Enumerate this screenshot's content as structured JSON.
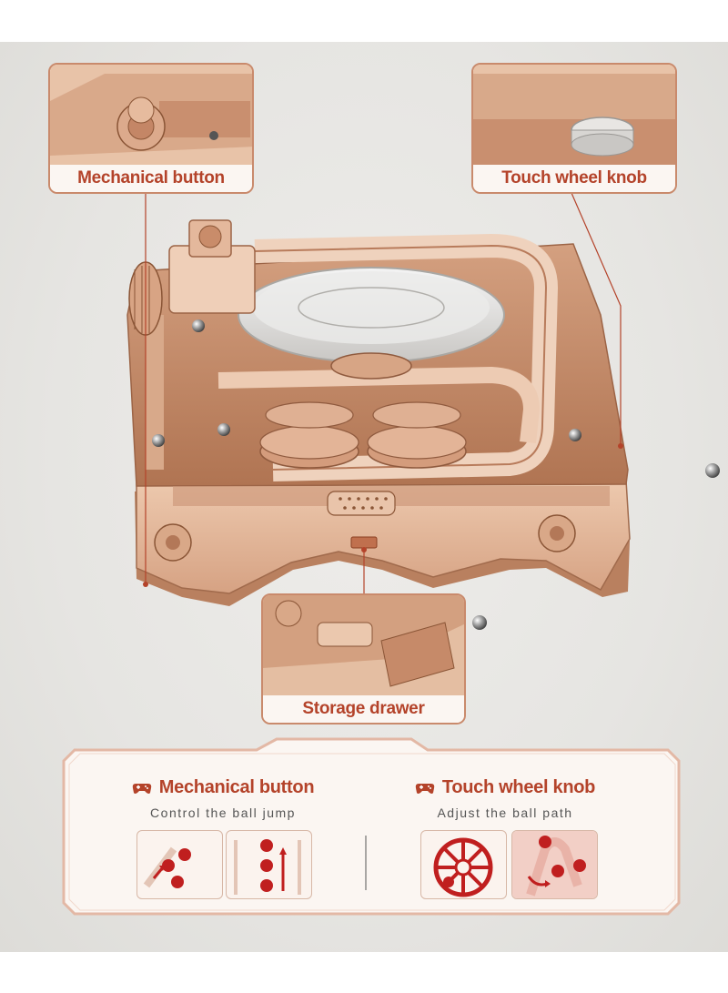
{
  "callouts": {
    "mechanical_button": "Mechanical button",
    "touch_wheel_knob": "Touch wheel knob",
    "storage_drawer": "Storage drawer"
  },
  "features": [
    {
      "title": "Mechanical button",
      "subtitle": "Control the ball jump",
      "icon": "gamepad-icon"
    },
    {
      "title": "Touch wheel knob",
      "subtitle": "Adjust the ball path",
      "icon": "gamepad-icon"
    }
  ],
  "colors": {
    "accent": "#b4432a",
    "border": "#c98a6c",
    "wood": "#e2b79a",
    "wood_dark": "#b9805f"
  }
}
